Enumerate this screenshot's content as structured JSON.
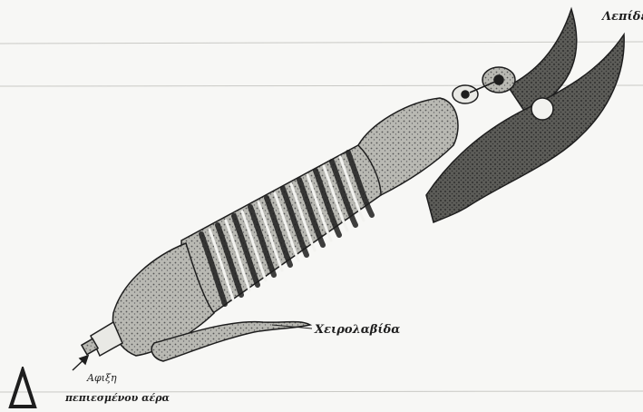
{
  "labels": {
    "blades": "Λεπίδες",
    "handle": "Χειρολαβίδα",
    "air_inlet_line1": "Αφιξη",
    "air_inlet_line2": "πεπιεσμένου αέρα"
  },
  "colors": {
    "paper": "#f7f7f5",
    "ink": "#1e1e1e",
    "shade": "#8a8a86",
    "light": "#d8d8d2"
  }
}
